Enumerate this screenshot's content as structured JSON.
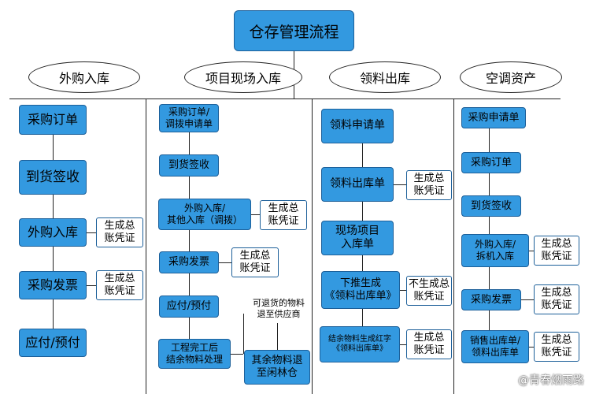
{
  "title": "仓存管理流程",
  "columns": [
    {
      "header": "外购入库",
      "steps": [
        "采购订单",
        "到货签收",
        "外购入库",
        "采购发票",
        "应付/预付"
      ],
      "notes": [
        "生成总\n账凭证",
        "生成总\n账凭证"
      ]
    },
    {
      "header": "项目现场入库",
      "steps": [
        "采购订单/\n调拨申请单",
        "到货签收",
        "外购入库/\n其他入库（调拨）",
        "采购发票",
        "应付/预付",
        "工程完工后\n结余物料处理"
      ],
      "notes": [
        "生成总\n账凭证",
        "生成总\n账凭证"
      ],
      "branch_text": "可退货的物料\n退至供应商",
      "branch_box": "其余物料退\n至闲林仓"
    },
    {
      "header": "领料出库",
      "steps": [
        "领料申请单",
        "领料出库单",
        "现场项目\n入库单",
        "下推生成\n《领料出库单》",
        "结余物料生成红字\n《领料出库单》"
      ],
      "notes": [
        "生成总\n账凭证",
        "不生成总\n账凭证",
        "生成总\n账凭证"
      ]
    },
    {
      "header": "空调资产",
      "steps": [
        "采购申请单",
        "采购订单",
        "到货签收",
        "外购入库/\n拆机入库",
        "采购发票",
        "销售出库单/\n领料出库单"
      ],
      "notes": [
        "生成总\n账凭证",
        "生成总\n账凭证",
        "生成总\n账凭证"
      ]
    }
  ],
  "watermark": "@青春烟雨路"
}
